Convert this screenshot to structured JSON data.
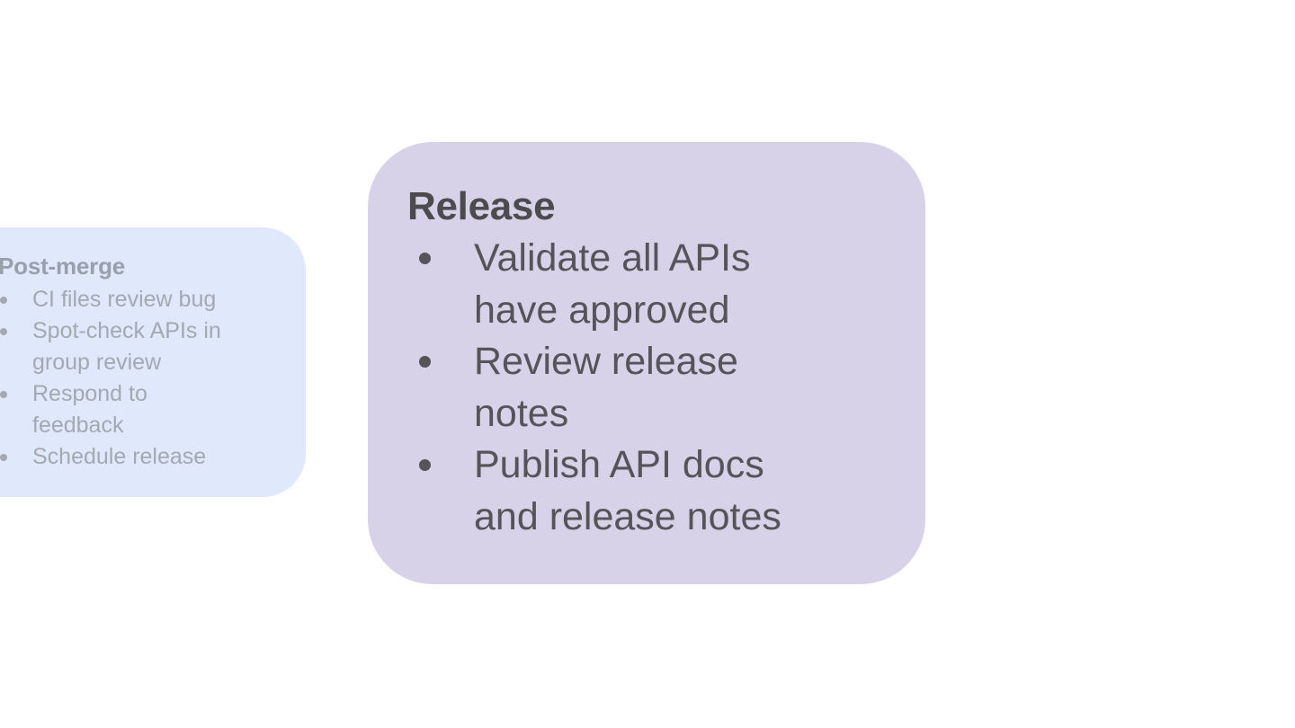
{
  "canvas": {
    "background": "#ffffff"
  },
  "cards": [
    {
      "id": "post-merge",
      "title": "Post-merge",
      "bullets": [
        "CI files review bug",
        "Spot-check APIs in\ngroup review",
        "Respond to\nfeedback",
        "Schedule release"
      ],
      "background": "#dfe9fb",
      "title_color": "#99a0aa",
      "text_color": "#a4a9b1"
    },
    {
      "id": "release",
      "title": "Release",
      "bullets": [
        "Validate all APIs\nhave approved",
        "Review release\nnotes",
        "Publish API docs\nand release notes"
      ],
      "background": "#d7d2e8",
      "title_color": "#4c4b50",
      "text_color": "#56545a"
    }
  ]
}
